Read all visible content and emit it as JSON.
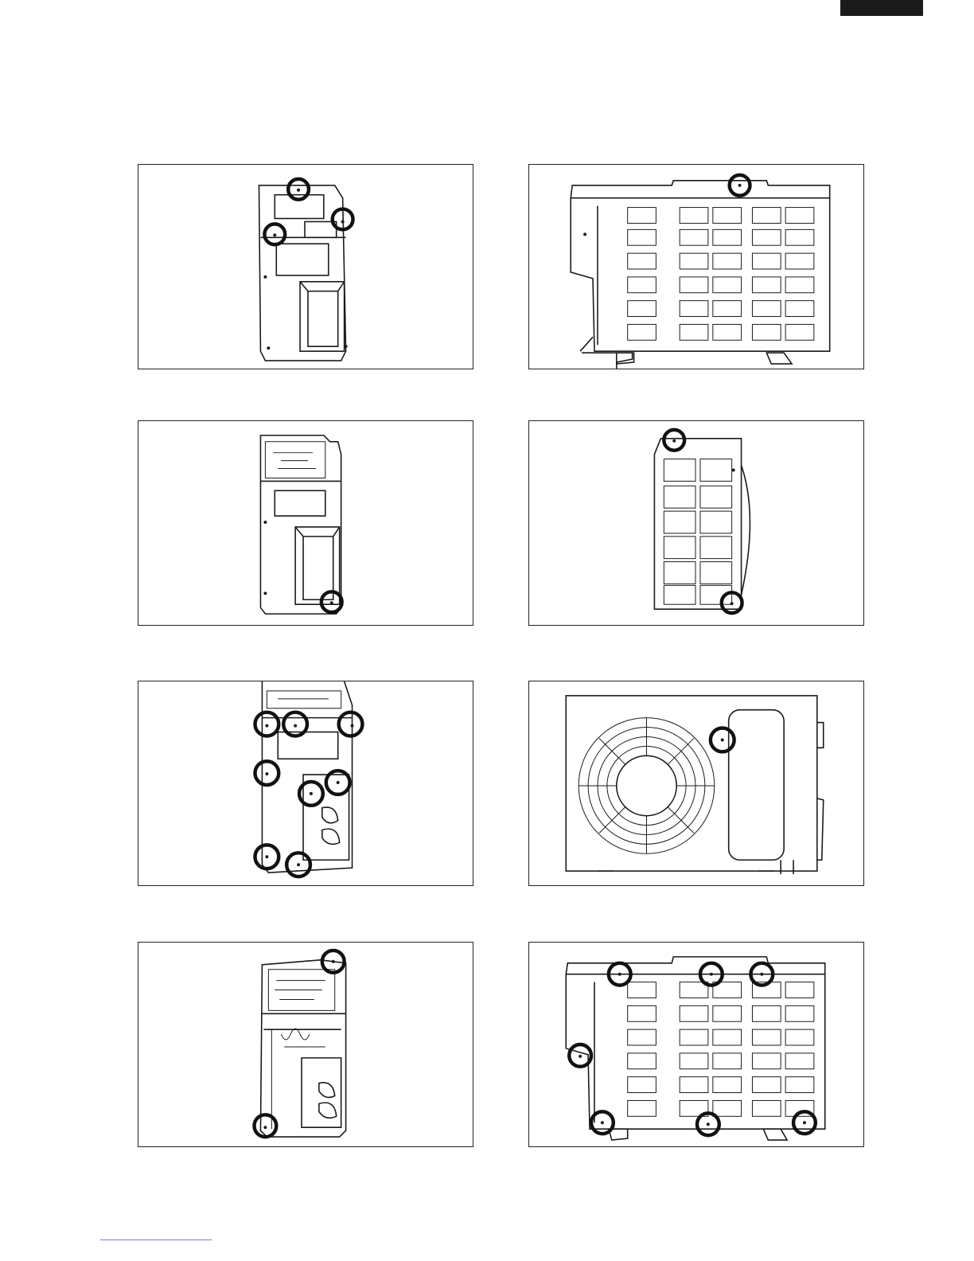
{
  "page": {
    "accent_tab_color": "#1a1a1a",
    "footer_rule_color": "#6a7fd0"
  },
  "figures": [
    {
      "id": "fig-1",
      "subject": "outdoor-unit-side-panel-screws"
    },
    {
      "id": "fig-2",
      "subject": "outdoor-unit-top-panel-screw"
    },
    {
      "id": "fig-3",
      "subject": "outdoor-unit-control-box-screw"
    },
    {
      "id": "fig-4",
      "subject": "outdoor-unit-grille-screws"
    },
    {
      "id": "fig-5",
      "subject": "outdoor-unit-valve-side-screws"
    },
    {
      "id": "fig-6",
      "subject": "outdoor-unit-fan-guard-screw"
    },
    {
      "id": "fig-7",
      "subject": "outdoor-unit-internal-side-screws"
    },
    {
      "id": "fig-8",
      "subject": "outdoor-unit-rear-panel-screws"
    }
  ]
}
